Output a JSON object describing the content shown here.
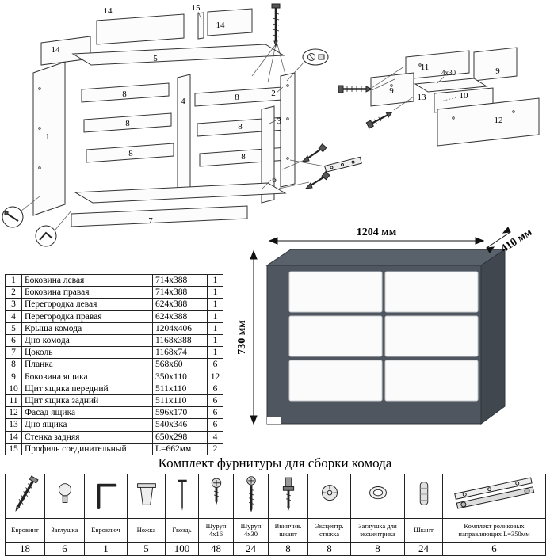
{
  "doc": {
    "hardware_title": "Комплект фурнитуры для сборки комода"
  },
  "dimensions": {
    "width": "1204 мм",
    "depth": "410 мм",
    "height": "730 мм"
  },
  "diagram": {
    "labels": {
      "p1": "1",
      "p2": "2",
      "p3": "3",
      "p4": "4",
      "p5": "5",
      "p6": "6",
      "p7": "7",
      "p8a": "8",
      "p8b": "8",
      "p8c": "8",
      "p8d": "8",
      "p8e": "8",
      "p8f": "8",
      "p9a": "9",
      "p9b": "9",
      "p10": "10",
      "p11": "11",
      "p12": "12",
      "p13": "13",
      "p14a": "14",
      "p14b": "14",
      "p14c": "14",
      "p15": "15",
      "screw_size": "4x30"
    }
  },
  "parts": {
    "rows": [
      {
        "num": "1",
        "name": "Боковина левая",
        "size": "714x388",
        "qty": "1"
      },
      {
        "num": "2",
        "name": "Боковина правая",
        "size": "714x388",
        "qty": "1"
      },
      {
        "num": "3",
        "name": "Перегородка левая",
        "size": "624x388",
        "qty": "1"
      },
      {
        "num": "4",
        "name": "Перегородка правая",
        "size": "624x388",
        "qty": "1"
      },
      {
        "num": "5",
        "name": "Крыша комода",
        "size": "1204x406",
        "qty": "1"
      },
      {
        "num": "6",
        "name": "Дно комода",
        "size": "1168x388",
        "qty": "1"
      },
      {
        "num": "7",
        "name": "Цоколь",
        "size": "1168x74",
        "qty": "1"
      },
      {
        "num": "8",
        "name": "Планка",
        "size": "568x60",
        "qty": "6"
      },
      {
        "num": "9",
        "name": "Боковина ящика",
        "size": "350x110",
        "qty": "12"
      },
      {
        "num": "10",
        "name": "Щит ящика передний",
        "size": "511x110",
        "qty": "6"
      },
      {
        "num": "11",
        "name": "Щит ящика задний",
        "size": "511x110",
        "qty": "6"
      },
      {
        "num": "12",
        "name": "Фасад ящика",
        "size": "596x170",
        "qty": "6"
      },
      {
        "num": "13",
        "name": "Дно ящика",
        "size": "540x346",
        "qty": "6"
      },
      {
        "num": "14",
        "name": "Стенка задняя",
        "size": "650x298",
        "qty": "4"
      },
      {
        "num": "15",
        "name": "Профиль соединительный",
        "size": "L=662мм",
        "qty": "2"
      }
    ]
  },
  "hardware": {
    "items": [
      {
        "name": "Евровинт",
        "qty": "18"
      },
      {
        "name": "Заглушка",
        "qty": "6"
      },
      {
        "name": "Евроключ",
        "qty": "1"
      },
      {
        "name": "Ножка",
        "qty": "5"
      },
      {
        "name": "Гвоздь",
        "qty": "100"
      },
      {
        "name": "Шуруп 4x16",
        "qty": "48"
      },
      {
        "name": "Шуруп 4x30",
        "qty": "24"
      },
      {
        "name": "Ввинчив. шкант",
        "qty": "8"
      },
      {
        "name": "Эксцентр. стяжка",
        "qty": "8"
      },
      {
        "name": "Заглушка для эксцентрика",
        "qty": "8"
      },
      {
        "name": "Шкант",
        "qty": "24"
      },
      {
        "name": "Комплект роликовых направляющих L=350мм",
        "qty": "6"
      }
    ]
  }
}
